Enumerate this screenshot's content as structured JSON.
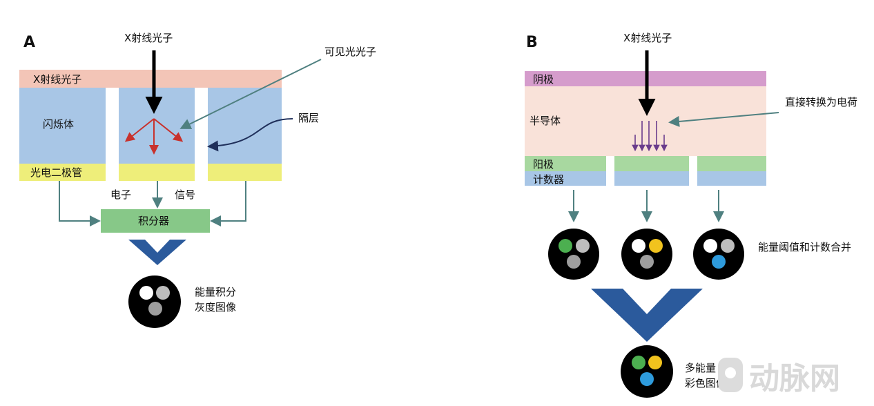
{
  "panel_a": {
    "label": "A",
    "xray_top": "X射线光子",
    "xray_layer": "X射线光子",
    "scintillator": "闪烁体",
    "visible_photon": "可见光光子",
    "septum": "隔层",
    "photodiode": "光电二极管",
    "electron": "电子",
    "signal": "信号",
    "integrator": "积分器",
    "result_line1": "能量积分",
    "result_line2": "灰度图像"
  },
  "panel_b": {
    "label": "B",
    "xray_top": "X射线光子",
    "cathode": "阴极",
    "semiconductor": "半导体",
    "direct_conversion": "直接转换为电荷",
    "anode": "阳极",
    "counter": "计数器",
    "threshold_merge": "能量阈值和计数合并",
    "result_line1": "多能量",
    "result_line2": "彩色图像"
  },
  "watermark": "动脉网",
  "colors": {
    "xray_layer": "#f3c5b7",
    "scintillator": "#a8c6e6",
    "photodiode": "#eeee7a",
    "integrator": "#87c888",
    "cathode": "#d59ccc",
    "semiconductor": "#f9e2d9",
    "anode": "#a8d8a0",
    "counter": "#a8c6e6",
    "arrow_teal": "#4f8080",
    "chevron": "#2b5a9c",
    "red_arrow": "#c8312c",
    "purple_arrow": "#6a3c8c",
    "dot_green": "#4caf50",
    "dot_yellow": "#f1c31e",
    "dot_blue": "#2e9bdc",
    "dot_white": "#ffffff",
    "dot_gray": "#bdbdbd",
    "dot_darkgray": "#9e9e9e"
  }
}
